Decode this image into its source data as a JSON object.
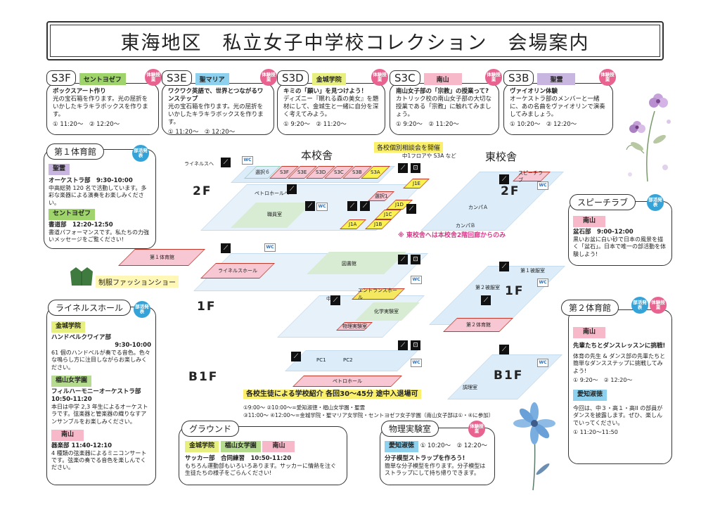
{
  "title": "東海地区　私立女子中学校コレクション　会場案内",
  "s3f": {
    "code": "S3F",
    "school": "セントヨゼフ",
    "badge": "体験授業",
    "heading": "ボックスアート作り",
    "desc": "光の宝石箱を作ります。光の屈折をいかしたキラキラボックスを作ります。",
    "times": "① 11:20～　② 12:20～"
  },
  "s3e": {
    "code": "S3E",
    "school": "聖マリア",
    "badge": "体験授業",
    "heading": "ワクワク英語で、世界とつながるワンステップ",
    "desc": "光の宝石箱を作ります。光の屈折をいかしたキラキラボックスを作ります。",
    "times": "① 11:20～　② 12:20～"
  },
  "s3d": {
    "code": "S3D",
    "school": "金城学院",
    "badge": "体験授業",
    "heading": "キミの「願い」を見つけよう！",
    "desc": "ディズニー『眠れる森の美女』を題材にして、金城生と一緒に自分を深く考えてみよう。",
    "times": "① 9:20～　② 11:20～"
  },
  "s3c": {
    "code": "S3C",
    "school": "南山",
    "badge": "体験授業",
    "heading": "南山女子部の「宗教」の授業って?",
    "desc": "カトリック校の南山女子部の大切な授業である「宗教」に触れてみましょう。",
    "times": "① 9:20～　② 11:20～"
  },
  "s3b": {
    "code": "S3B",
    "school": "聖霊",
    "badge": "体験授業",
    "heading": "ヴァイオリン体験",
    "desc": "オーケストラ部のメンバーと一緒に、あの名曲をヴァイオリンで演奏してみましょう。",
    "times": "① 10:20～　② 12:20～"
  },
  "gym1": {
    "title": "第１体育館",
    "badge": "部活発表",
    "s1": "聖霊",
    "s1_club": "オーケストラ部　9:30-10:00",
    "s1_desc": "中高総勢 120 名で活動しています。多彩な楽器による演奏をお楽しみください。",
    "s2": "セントヨゼフ",
    "s2_club": "書道部　12:20-12:50",
    "s2_desc": "書道パフォーマンスです。私たちの力強いメッセージをご覧ください!"
  },
  "reinelles": {
    "title": "ライネルスホール",
    "badge": "部活発表",
    "s1": "金城学院",
    "s1_club": "ハンドベルクワイア部",
    "s1_time": "9:30-10:00",
    "s1_desc": "61 個のハンドベルが奏でる音色。色々な鳴らし方に注目しながらお楽しみください。",
    "s2": "椙山女学園",
    "s2_club": "フィルハーモニーオーケストラ部　10:50-11:20",
    "s2_desc": "本日は中学 2,3 年生によるオーケストラです。弦楽器と管楽器の織りなすアンサンブルをお楽しみください。",
    "s3": "南山",
    "s3_club": "器楽部 11:40-12:10",
    "s3_desc": "4 種類の弦楽器によるミニコンサートです。弦楽の奏でる音色を楽しんでください。"
  },
  "speech": {
    "title": "スピーチラブ",
    "badge": "部活発表",
    "school": "南山",
    "club": "盆石部　9:00-12:00",
    "desc": "黒いお盆に白い砂で日本の風景を描く「盆石」。日本で唯一の部活動を体験しよう!"
  },
  "gym2": {
    "title": "第２体育館",
    "badge1": "部活発表",
    "badge2": "体験授業",
    "s1": "南山",
    "s1_heading": "先輩たちとダンスレッスンに挑戦!",
    "s1_desc": "体育の先生 & ダンス部の先輩たちと簡単なダンスステップに挑戦してみよう!",
    "s1_times": "① 9:20～　② 12:20～",
    "s2": "愛知淑徳",
    "s2_desc": "今回は、中３・高１・高II の部員がダンスを披露します。ぜひ、楽しんでいってください。",
    "s2_times": "① 11:20～11:50"
  },
  "ground": {
    "title": "グラウンド",
    "s1": "金城学院",
    "s2": "椙山女学園",
    "s3": "南山",
    "club": "サッカー部　合同練習　10:50-11:20",
    "desc": "もちろん運動部もいろいろあります。サッカーに情熱を注ぐ生徒たちの様子をごらんください!"
  },
  "physics": {
    "title": "物理実験室",
    "badge": "体験授業",
    "school": "愛知淑徳",
    "times": "① 10:20～　② 12:20～",
    "heading": "分子模型ストラップを作ろう!",
    "desc": "簡単な分子模型を作ります。分子模型はストラップにして持ち帰りできます。"
  },
  "map": {
    "main_building": "本校舎",
    "east_building": "東校舎",
    "f2": "2F",
    "f1": "1F",
    "b1f": "B1F",
    "east_f2": "2F",
    "east_f1": "1F",
    "east_b1f": "B1F",
    "consult": "各校個別相談会を開催",
    "consult_sub": "中1フロアや S3A など",
    "east_note": "※ 東校舎へは本校舎2階回廊からのみ",
    "fashion": "制服ファッションショー",
    "intro": "各校生徒による学校紹介 各回30～45分 途中入退場可",
    "intro_l1": "①9:00～ ②10:00～=愛知淑徳・椙山女学園・聖霊",
    "intro_l2": "③11:00～ ④12:00～=金城学院・聖マリア女学院・セントヨゼフ女子学園（南山女子部は①・④に参加）",
    "rooms": {
      "ensou": "選択６",
      "s3f": "S3F",
      "s3e": "S3E",
      "s3d": "S3D",
      "s3c": "S3C",
      "s3b": "S3B",
      "s3a": "S3A",
      "j1e": "J1E",
      "j1d": "J1D",
      "j1c": "J1C",
      "j1b": "J1B",
      "j1a": "J1A",
      "sel1": "選択1",
      "shokuin": "職員室",
      "rh_to": "ライネルスへ",
      "rh_to2": "ペトロホールへ",
      "gym1": "第１体育館",
      "rhall": "ライネルスホール",
      "library": "図書館",
      "naka": "中庭",
      "entrance": "エントランスホール",
      "chem": "化学実験室",
      "phys": "物理実験室",
      "pc1": "PC1",
      "pc2": "PC2",
      "petro": "ペトロホール",
      "speech": "スピーチラブ",
      "canpa": "カンパＡ",
      "canpb": "カンパＢ",
      "hifuku1": "第１被服室",
      "hifuku2": "第２被服室",
      "gym2": "第２体育館",
      "choricho": "調理室"
    }
  }
}
